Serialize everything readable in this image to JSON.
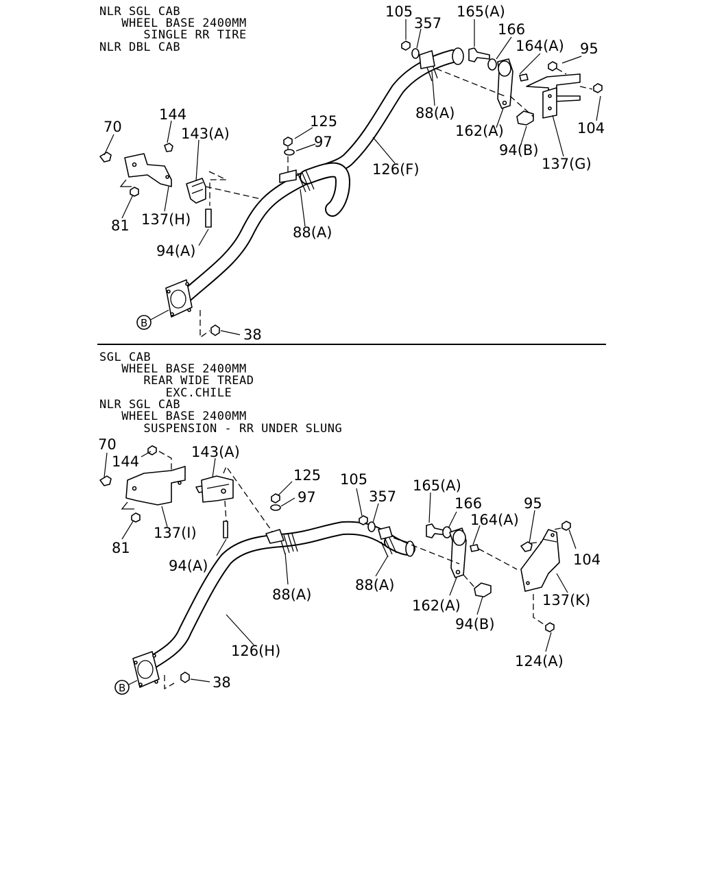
{
  "panel_top": {
    "header": [
      "NLR SGL CAB",
      "   WHEEL BASE 2400MM",
      "      SINGLE RR TIRE",
      "NLR DBL CAB"
    ],
    "labels": [
      "105",
      "357",
      "165(A)",
      "166",
      "164(A)",
      "95",
      "88(A)",
      "162(A)",
      "104",
      "94(B)",
      "137(G)",
      "126(F)",
      "125",
      "97",
      "88(A)",
      "70",
      "144",
      "143(A)",
      "81",
      "137(H)",
      "94(A)",
      "38"
    ],
    "ref_mark": "B"
  },
  "panel_bottom": {
    "header": [
      "SGL CAB",
      "   WHEEL BASE 2400MM",
      "      REAR WIDE TREAD",
      "         EXC.CHILE",
      "NLR SGL CAB",
      "   WHEEL BASE 2400MM",
      "      SUSPENSION - RR UNDER SLUNG"
    ],
    "labels": [
      "70",
      "144",
      "143(A)",
      "125",
      "97",
      "105",
      "357",
      "165(A)",
      "166",
      "164(A)",
      "95",
      "104",
      "81",
      "137(I)",
      "94(A)",
      "88(A)",
      "88(A)",
      "162(A)",
      "94(B)",
      "137(K)",
      "126(H)",
      "124(A)",
      "38"
    ],
    "ref_mark": "B"
  }
}
